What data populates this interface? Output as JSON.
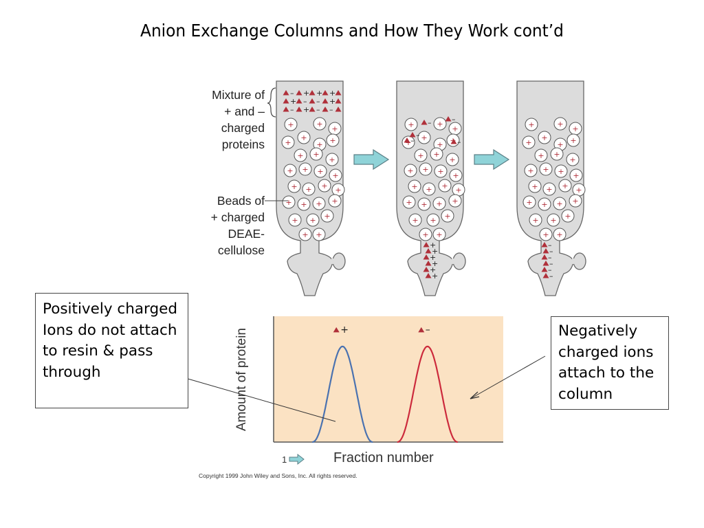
{
  "slide": {
    "title": "Anion Exchange Columns and How They Work cont’d"
  },
  "figure": {
    "label_mixture": "Mixture of\n+ and –\ncharged\nproteins",
    "label_beads": "Beads of\n+ charged\nDEAE-\ncellulose",
    "bead_symbol": "+",
    "arrow_icon": "right-arrow-icon",
    "colors": {
      "protein_marker": "#b0303a",
      "arrow_fill": "#8fd3d8",
      "chart_bg": "#fbe2c3",
      "positive_peak": "#4a72b0",
      "negative_peak": "#cc2a3c"
    }
  },
  "chart_data": {
    "type": "line",
    "xlabel": "Fraction number",
    "ylabel": "Amount of protein",
    "x_start_label": "1",
    "series": [
      {
        "name": "▲+",
        "color": "#4a72b0",
        "peak_position": 0.3,
        "peak_height": 0.76
      },
      {
        "name": "▲–",
        "color": "#cc2a3c",
        "peak_position": 0.67,
        "peak_height": 0.76
      }
    ],
    "grid": false,
    "legend": "peak labels"
  },
  "callouts": {
    "left": "Positively charged Ions do not attach to resin & pass through",
    "right": "Negatively charged ions attach to the column"
  },
  "footer": {
    "copyright": "Copyright 1999 John Wiley and Sons, Inc. All rights reserved."
  }
}
